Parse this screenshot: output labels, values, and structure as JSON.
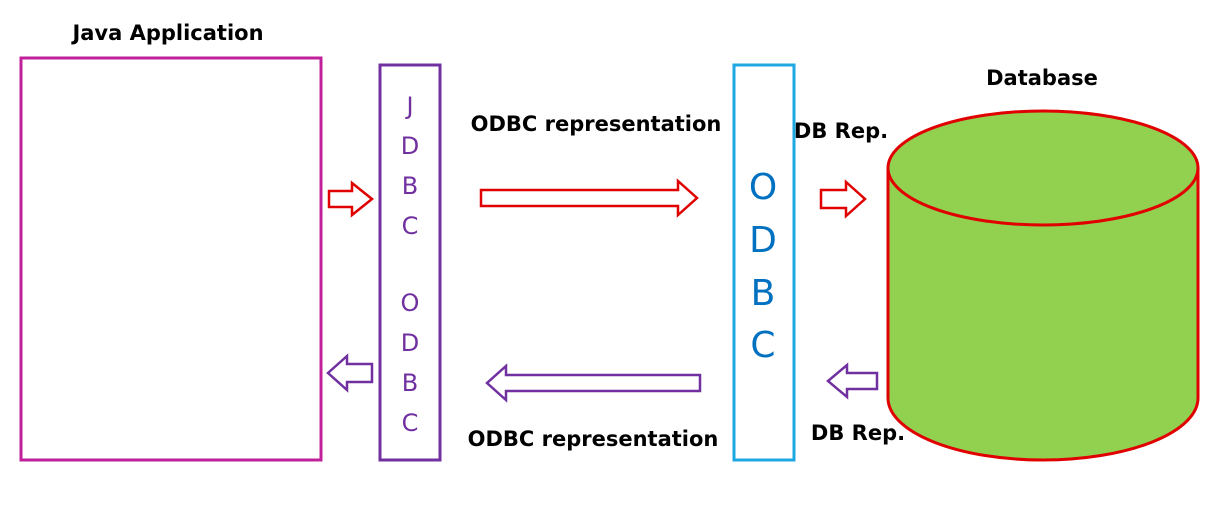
{
  "labels": {
    "java_app": "Java Application",
    "database": "Database",
    "odbc_rep_top": "ODBC representation",
    "odbc_rep_bottom": "ODBC representation",
    "db_rep_top": "DB Rep.",
    "db_rep_bottom": "DB Rep."
  },
  "bridge": {
    "letters": [
      "J",
      "D",
      "B",
      "C",
      "O",
      "D",
      "B",
      "C"
    ]
  },
  "odbc": {
    "letters": [
      "O",
      "D",
      "B",
      "C"
    ]
  },
  "colors": {
    "java_box": "#c0209a",
    "bridge_box": "#7030a0",
    "odbc_box": "#1ea7e1",
    "odbc_text": "#0070c0",
    "db_fill": "#92d050",
    "db_stroke": "#e00000",
    "arrow_red": "#e00000",
    "arrow_purple": "#7030a0"
  }
}
